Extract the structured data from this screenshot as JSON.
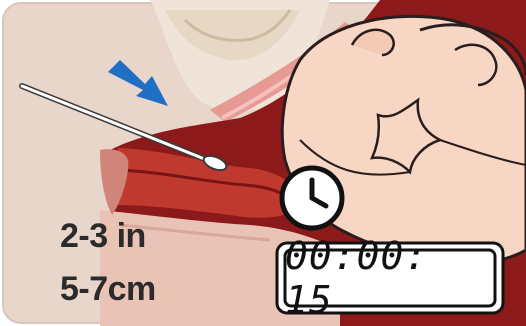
{
  "labels": {
    "depth_inches": "2-3 in",
    "depth_cm": "5-7cm"
  },
  "timer": {
    "display": "00:00: 15"
  },
  "icons": [
    "arrow-icon",
    "swab-icon",
    "clock-icon"
  ],
  "colors": {
    "background": "#e8d3c8",
    "tissue_dark": "#8c1b1b",
    "tissue_mid": "#c2403b",
    "skin": "#f6d6c3",
    "arrow": "#1f6fc4",
    "timer_border": "#111111"
  }
}
